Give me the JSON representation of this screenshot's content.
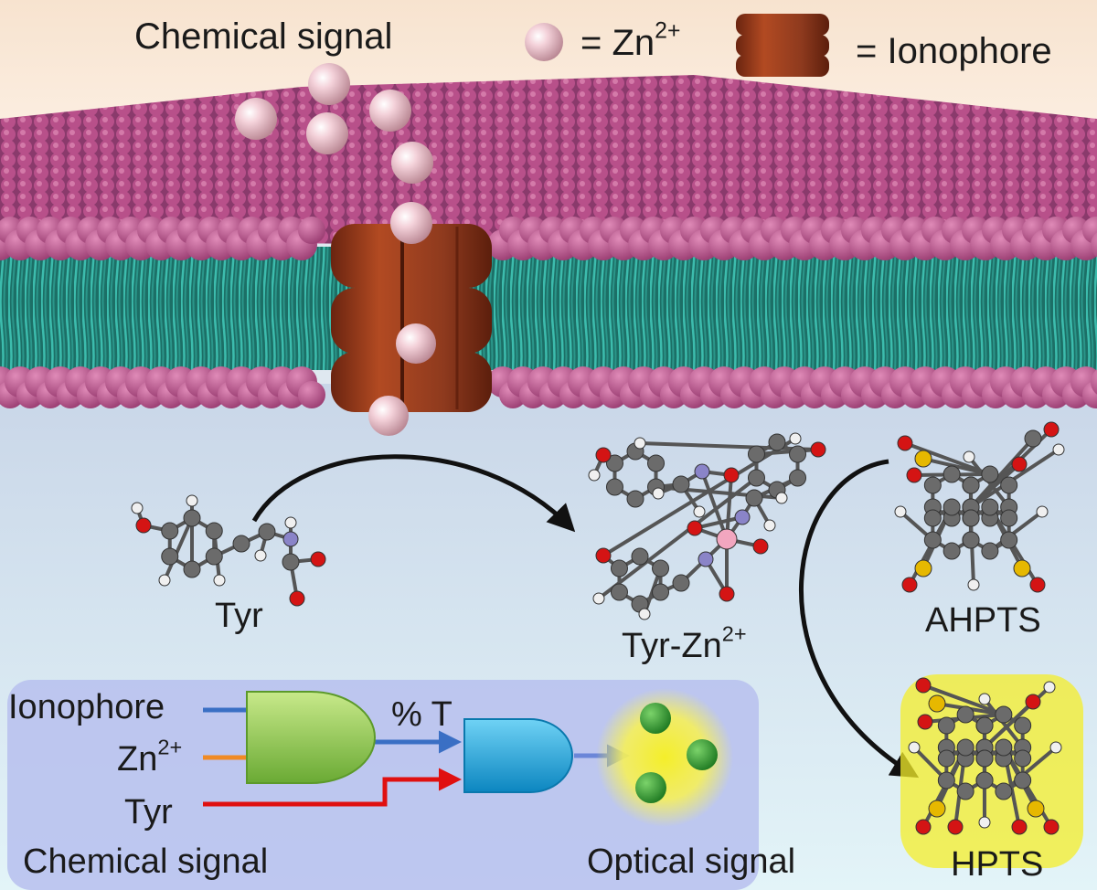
{
  "header": {
    "chemical_signal": "Chemical signal",
    "zn_legend_prefix": "= Zn",
    "zn_charge": "2+",
    "ionophore_legend": "= Ionophore"
  },
  "molecules": {
    "tyr": "Tyr",
    "tyr_zn_prefix": "Tyr-Zn",
    "tyr_zn_charge": "2+",
    "ahpts": "AHPTS",
    "hpts": "HPTS"
  },
  "logic_circuit": {
    "input_ionophore": "Ionophore",
    "input_zn_prefix": "Zn",
    "input_zn_charge": "2+",
    "input_tyr": "Tyr",
    "intermediate_label": "% T",
    "input_group_label": "Chemical signal",
    "output_label": "Optical signal"
  },
  "colors": {
    "membrane_head": "#b8508a",
    "membrane_tail": "#2fa898",
    "ionophore": "#8e3a1e",
    "zn_ion": "#f2c8d2",
    "and_gate_1": "#8fcb4a",
    "and_gate_2": "#1aa6dc",
    "wire_ionophore": "#3a6fc4",
    "wire_zn": "#f08a24",
    "wire_tyr": "#e01010",
    "glow": "#f4ee2a",
    "fluorescent_dot": "#2f9a2f"
  }
}
